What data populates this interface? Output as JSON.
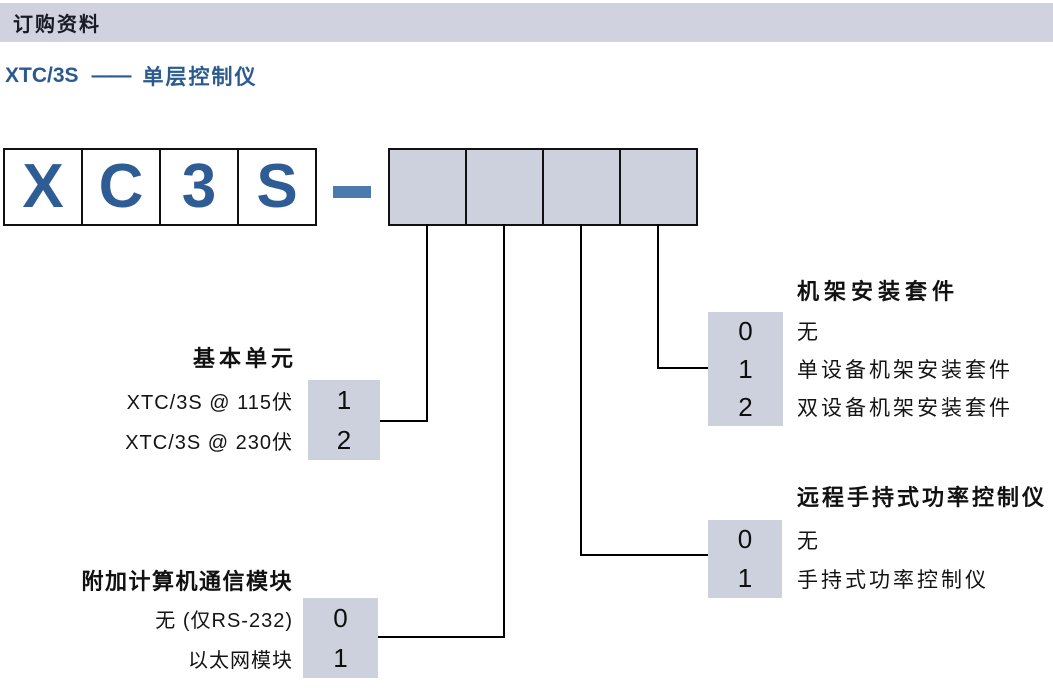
{
  "header": {
    "title": "订购资料"
  },
  "subtitle": {
    "model": "XTC/3S",
    "dash": "——",
    "name": "单层控制仪"
  },
  "code": {
    "letters": [
      "X",
      "C",
      "3",
      "S"
    ],
    "blank_cell_count": 4
  },
  "sections": [
    {
      "id": "basic-unit",
      "title": "基本单元",
      "options": [
        {
          "label": "XTC/3S @ 115伏",
          "value": "1"
        },
        {
          "label": "XTC/3S @ 230伏",
          "value": "2"
        }
      ]
    },
    {
      "id": "comm-module",
      "title": "附加计算机通信模块",
      "options": [
        {
          "label": "无 (仅RS-232)",
          "value": "0"
        },
        {
          "label": "以太网模块",
          "value": "1"
        }
      ]
    },
    {
      "id": "rack-mount-kit",
      "title": "机架安装套件",
      "options": [
        {
          "value": "0",
          "label": "无"
        },
        {
          "value": "1",
          "label": "单设备机架安装套件"
        },
        {
          "value": "2",
          "label": "双设备机架安装套件"
        }
      ]
    },
    {
      "id": "remote-handheld-controller",
      "title": "远程手持式功率控制仪",
      "options": [
        {
          "value": "0",
          "label": "无"
        },
        {
          "value": "1",
          "label": "手持式功率控制仪"
        }
      ]
    }
  ],
  "colors": {
    "header_bg": "#d0d3df",
    "panel_fill": "#cdd1de",
    "letter_blue": "#2e5c94",
    "subtitle_blue": "#2a5a8e",
    "dash_blue": "#4c7aae",
    "line_black": "#000000"
  }
}
